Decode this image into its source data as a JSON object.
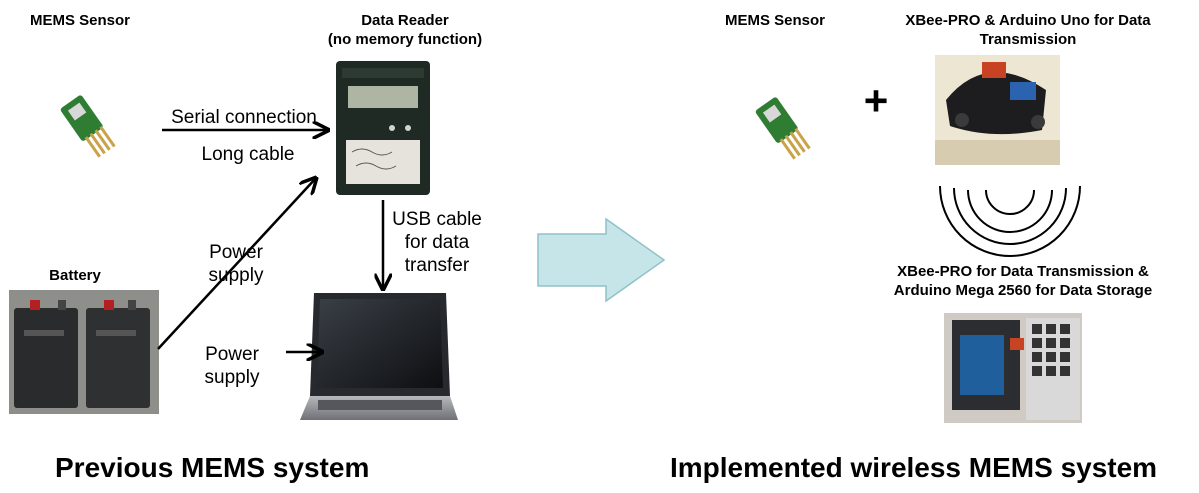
{
  "left": {
    "sensor_title": "MEMS Sensor",
    "reader_title_line1": "Data Reader",
    "reader_title_line2": "(no memory function)",
    "battery_title": "Battery",
    "serial_line1": "Serial connection",
    "serial_line2": "Long cable",
    "usb_line1": "USB cable",
    "usb_line2": "for data",
    "usb_line3": "transfer",
    "power1_line1": "Power",
    "power1_line2": "supply",
    "power2_line1": "Power",
    "power2_line2": "supply",
    "caption": "Previous  MEMS system"
  },
  "right": {
    "sensor_title": "MEMS Sensor",
    "tx_title_line1": "XBee-PRO & Arduino Uno for Data",
    "tx_title_line2": "Transmission",
    "plus": "+",
    "rx_title_line1": "XBee-PRO  for Data Transmission &",
    "rx_title_line2": "Arduino Mega 2560 for Data Storage",
    "caption": "Implemented wireless MEMS system"
  },
  "colors": {
    "arrow_fill": "#c6e5e8",
    "arrow_stroke": "#8fc2c8",
    "sensor_green": "#2f7d32",
    "reader_body": "#1f2a24",
    "reader_display": "#aeb6a3"
  }
}
